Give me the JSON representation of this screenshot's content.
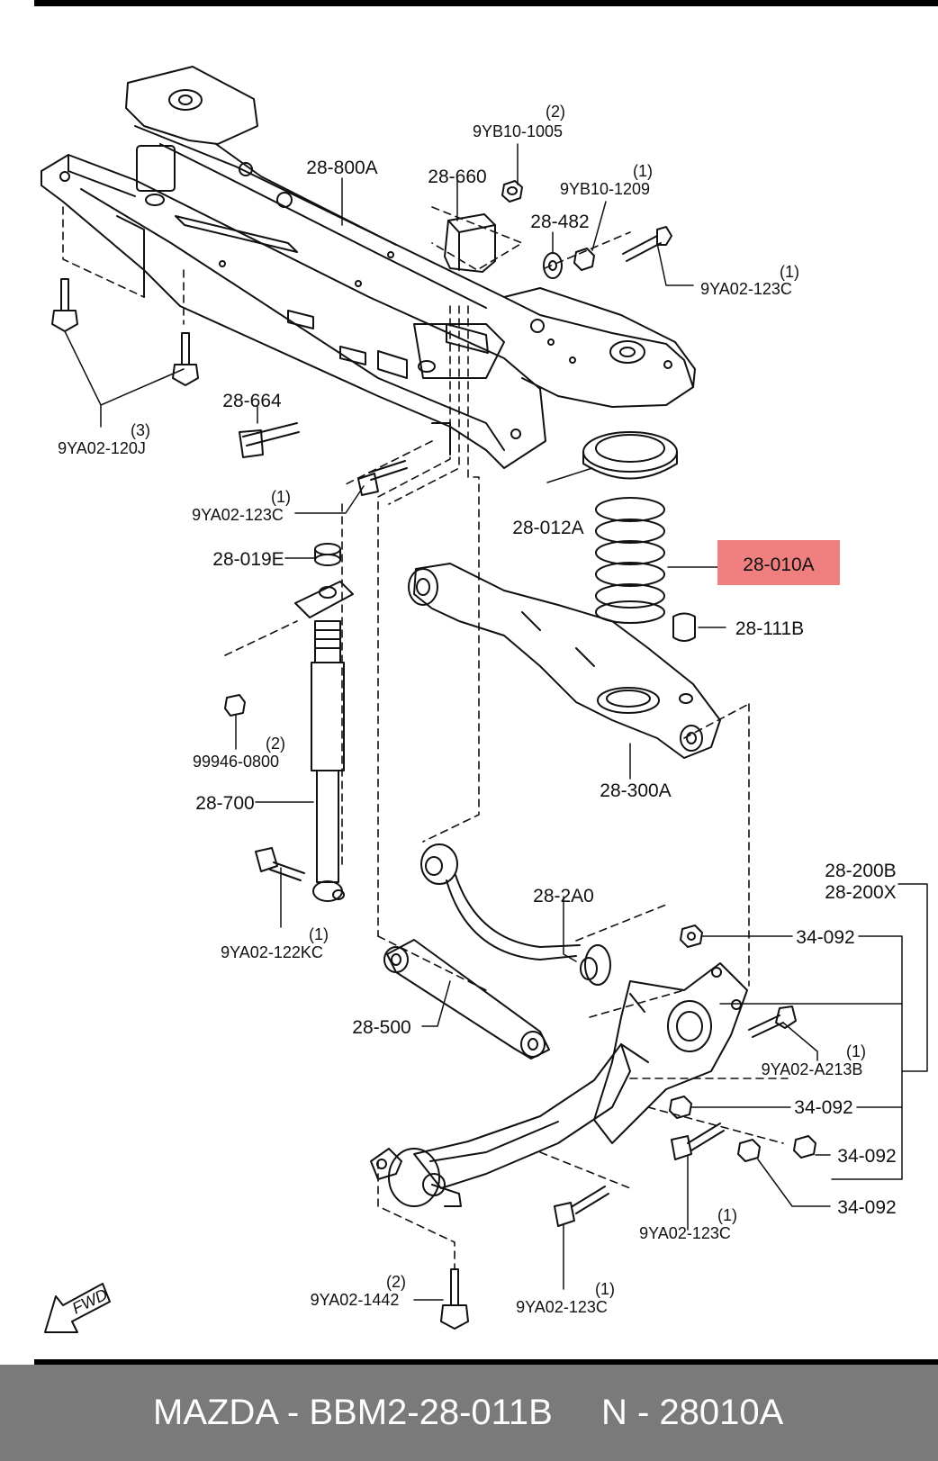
{
  "parts": {
    "p28_800A": "28-800A",
    "p28_660": "28-660",
    "p9YB10_1005": "9YB10-1005",
    "p9YB10_1005_qty": "(2)",
    "p9YB10_1209": "9YB10-1209",
    "p9YB10_1209_qty": "(1)",
    "p28_482": "28-482",
    "p9YA02_123C_a": "9YA02-123C",
    "p9YA02_123C_a_qty": "(1)",
    "p9YA02_120J": "9YA02-120J",
    "p9YA02_120J_qty": "(3)",
    "p28_664": "28-664",
    "p9YA02_123C_b": "9YA02-123C",
    "p9YA02_123C_b_qty": "(1)",
    "p28_012A": "28-012A",
    "p28_010A": "28-010A",
    "p28_019E": "28-019E",
    "p28_111B": "28-111B",
    "p99946_0800": "99946-0800",
    "p99946_0800_qty": "(2)",
    "p28_300A": "28-300A",
    "p28_700": "28-700",
    "p28_200B": "28-200B",
    "p28_200X": "28-200X",
    "p28_2A0": "28-2A0",
    "p9YA02_122KC": "9YA02-122KC",
    "p9YA02_122KC_qty": "(1)",
    "p34_092_a": "34-092",
    "p28_500": "28-500",
    "p9YA02_A213B": "9YA02-A213B",
    "p9YA02_A213B_qty": "(1)",
    "p34_092_b": "34-092",
    "p34_092_c": "34-092",
    "p34_092_d": "34-092",
    "p9YA02_123C_c": "9YA02-123C",
    "p9YA02_123C_c_qty": "(1)",
    "p9YA02_1442": "9YA02-1442",
    "p9YA02_1442_qty": "(2)",
    "p9YA02_123C_d": "9YA02-123C",
    "p9YA02_123C_d_qty": "(1)",
    "fwd": "FWD"
  },
  "highlight": {
    "part": "28-010A",
    "color": "#f08080"
  },
  "footer": {
    "left": "MAZDA - BBM2-28-011B",
    "right": "N - 28010A"
  }
}
